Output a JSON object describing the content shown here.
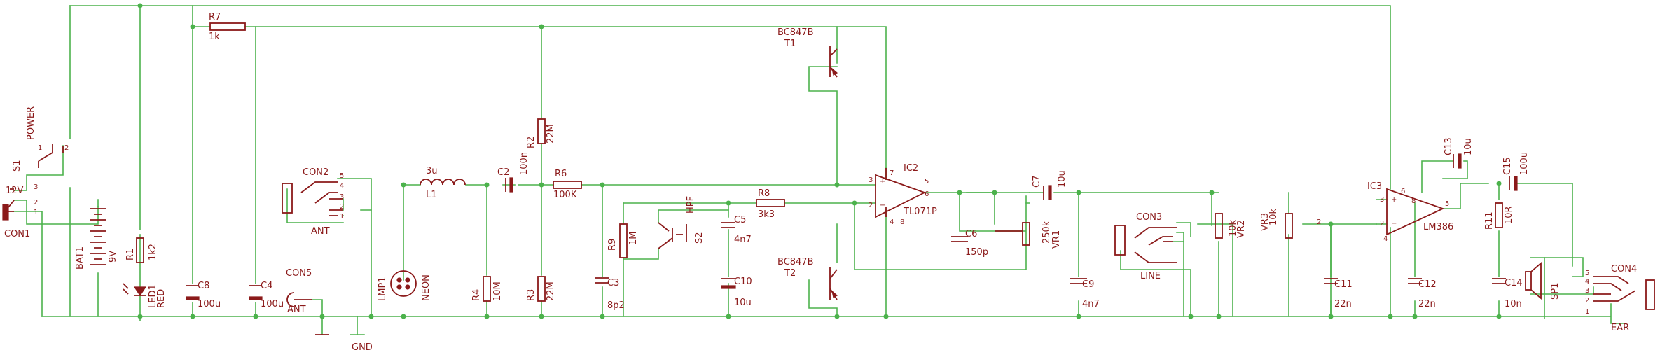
{
  "labels": {
    "r7": "R7",
    "r7v": "1k",
    "r1": "R1",
    "r1v": "1k2",
    "r2": "R2",
    "r2v": "22M",
    "r3": "R3",
    "r3v": "22M",
    "r4": "R4",
    "r4v": "10M",
    "r6": "R6",
    "r6v": "100K",
    "r8": "R8",
    "r8v": "3k3",
    "r9": "R9",
    "r9v": "1M",
    "r11": "R11",
    "r11v": "10R",
    "c2": "C2",
    "c2v": "100n",
    "c3": "C3",
    "c3v": "8p2",
    "c4": "C4",
    "c4v": "100u",
    "c5": "C5",
    "c5v": "4n7",
    "c6": "C6",
    "c6v": "150p",
    "c7": "C7",
    "c7v": "10u",
    "c8": "C8",
    "c8v": "100u",
    "c9": "C9",
    "c9v": "4n7",
    "c10": "C10",
    "c10v": "10u",
    "c11": "C11",
    "c11v": "22n",
    "c12": "C12",
    "c12v": "22n",
    "c13": "C13",
    "c13v": "10u",
    "c14": "C14",
    "c14v": "10n",
    "c15": "C15",
    "c15v": "100u",
    "l1": "L1",
    "l1v": "3u",
    "t1": "T1",
    "t1v": "BC847B",
    "t2": "T2",
    "t2v": "BC847B",
    "ic2": "IC2",
    "ic2v": "TL071P",
    "ic3": "IC3",
    "ic3v": "LM386",
    "vr1": "VR1",
    "vr1v": "250k",
    "vr2": "VR2",
    "vr2v": "10k",
    "vr3": "VR3",
    "vr3v": "10k",
    "bat1": "BAT1",
    "bat1v": "9V",
    "led1": "LED1",
    "led1v": "RED",
    "lmp1": "LMP1",
    "lmp1v": "NEON",
    "s1": "S1",
    "s1v": "POWER",
    "s2": "S2",
    "s2v": "HPF",
    "sp1": "SP1",
    "con1": "CON1",
    "con1v": "12V",
    "con2": "CON2",
    "con2v": "ANT",
    "con3": "CON3",
    "con3v": "LINE",
    "con4": "CON4",
    "con4v": "EAR",
    "con5": "CON5",
    "con5v": "ANT",
    "gnd": "GND"
  },
  "pins": {
    "p1": "1",
    "p2": "2",
    "p3": "3",
    "p4": "4",
    "p5": "5",
    "p6": "6",
    "p7": "7",
    "p8": "8",
    "plus": "+",
    "minus": "−"
  }
}
